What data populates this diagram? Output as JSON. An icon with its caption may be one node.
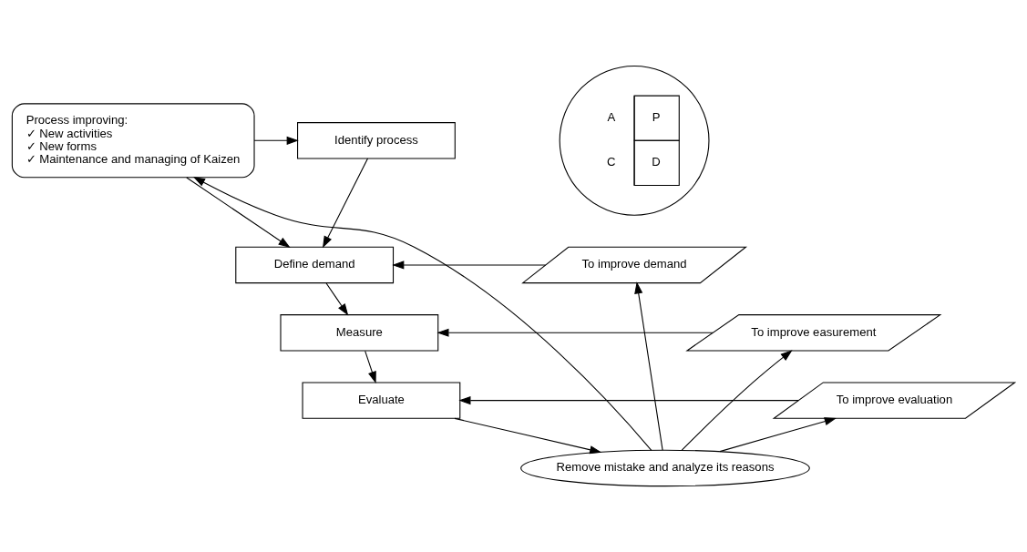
{
  "diagram": {
    "nodes": [
      {
        "text": [
          "Process improving:",
          "✓ New activities",
          "✓ New forms",
          "✓ Maintenance and managing of Kaizen"
        ]
      },
      {
        "text": [
          "Identify process"
        ]
      },
      {
        "text": [
          "Define demand"
        ]
      },
      {
        "text": [
          "Measure"
        ]
      },
      {
        "text": [
          "Evaluate"
        ]
      },
      {
        "text": [
          "Remove mistake and analyze its reasons"
        ]
      },
      {
        "text": [
          "A",
          "P",
          "C",
          "D"
        ]
      },
      {
        "text": [
          "To improve demand"
        ]
      },
      {
        "text": [
          "To improve easurement"
        ]
      },
      {
        "text": [
          "To improve evaluation"
        ]
      }
    ],
    "edges": [
      {
        "from": 0,
        "to": 1,
        "arrow": "to"
      },
      {
        "from": 0,
        "to": 2,
        "arrow": "to"
      },
      {
        "from": 1,
        "to": 2,
        "arrow": "to"
      },
      {
        "from": 2,
        "to": 3,
        "arrow": "to"
      },
      {
        "from": 3,
        "to": 4,
        "arrow": "to"
      },
      {
        "from": 4,
        "to": 5,
        "arrow": "to"
      },
      {
        "from": 5,
        "to": 0,
        "arrow": "to"
      },
      {
        "from": 7,
        "to": 2,
        "arrow": "to"
      },
      {
        "from": 8,
        "to": 3,
        "arrow": "to"
      },
      {
        "from": 9,
        "to": 4,
        "arrow": "to"
      },
      {
        "from": 5,
        "to": 7,
        "arrow": "to"
      },
      {
        "from": 5,
        "to": 8,
        "arrow": "to"
      },
      {
        "from": 5,
        "to": 9,
        "arrow": "to"
      }
    ]
  }
}
